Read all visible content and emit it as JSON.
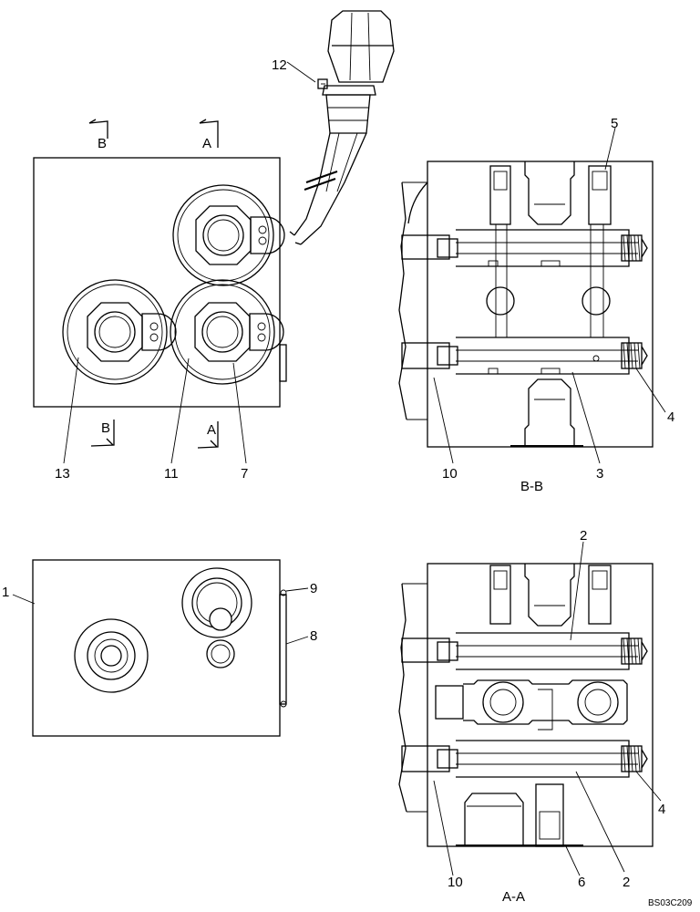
{
  "top_view": {
    "section_markers": [
      "B",
      "A",
      "B",
      "A"
    ],
    "callouts": [
      "12",
      "13",
      "11",
      "7"
    ]
  },
  "bottom_view": {
    "callouts": [
      "1",
      "9",
      "8"
    ]
  },
  "section_bb": {
    "title": "B-B",
    "callouts": [
      "5",
      "4",
      "10",
      "3"
    ]
  },
  "section_aa": {
    "title": "A-A",
    "callouts": [
      "2",
      "4",
      "10",
      "6",
      "2"
    ]
  },
  "drawing_code": "BS03C209"
}
